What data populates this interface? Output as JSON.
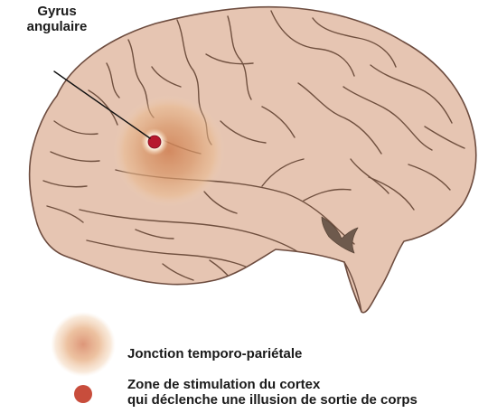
{
  "callout": {
    "line1": "Gyrus",
    "line2": "angulaire"
  },
  "legend": {
    "tpj_label": "Jonction temporo-pariétale",
    "zone_line1": "Zone de stimulation du cortex",
    "zone_line2": "qui déclenche une illusion de sortie de corps"
  },
  "colors": {
    "brain_fill": "#e5c4b0",
    "brain_outline": "#6d4c3f",
    "sulci": "#6f4f43",
    "fissure_shadow": "#6e5a4d",
    "halo_center": "#d18a5e",
    "halo_edge": "#eed9c6",
    "stimulation_dot": "#b7182f",
    "legend_dot": "#c84d3c",
    "text": "#1a1a1a"
  }
}
